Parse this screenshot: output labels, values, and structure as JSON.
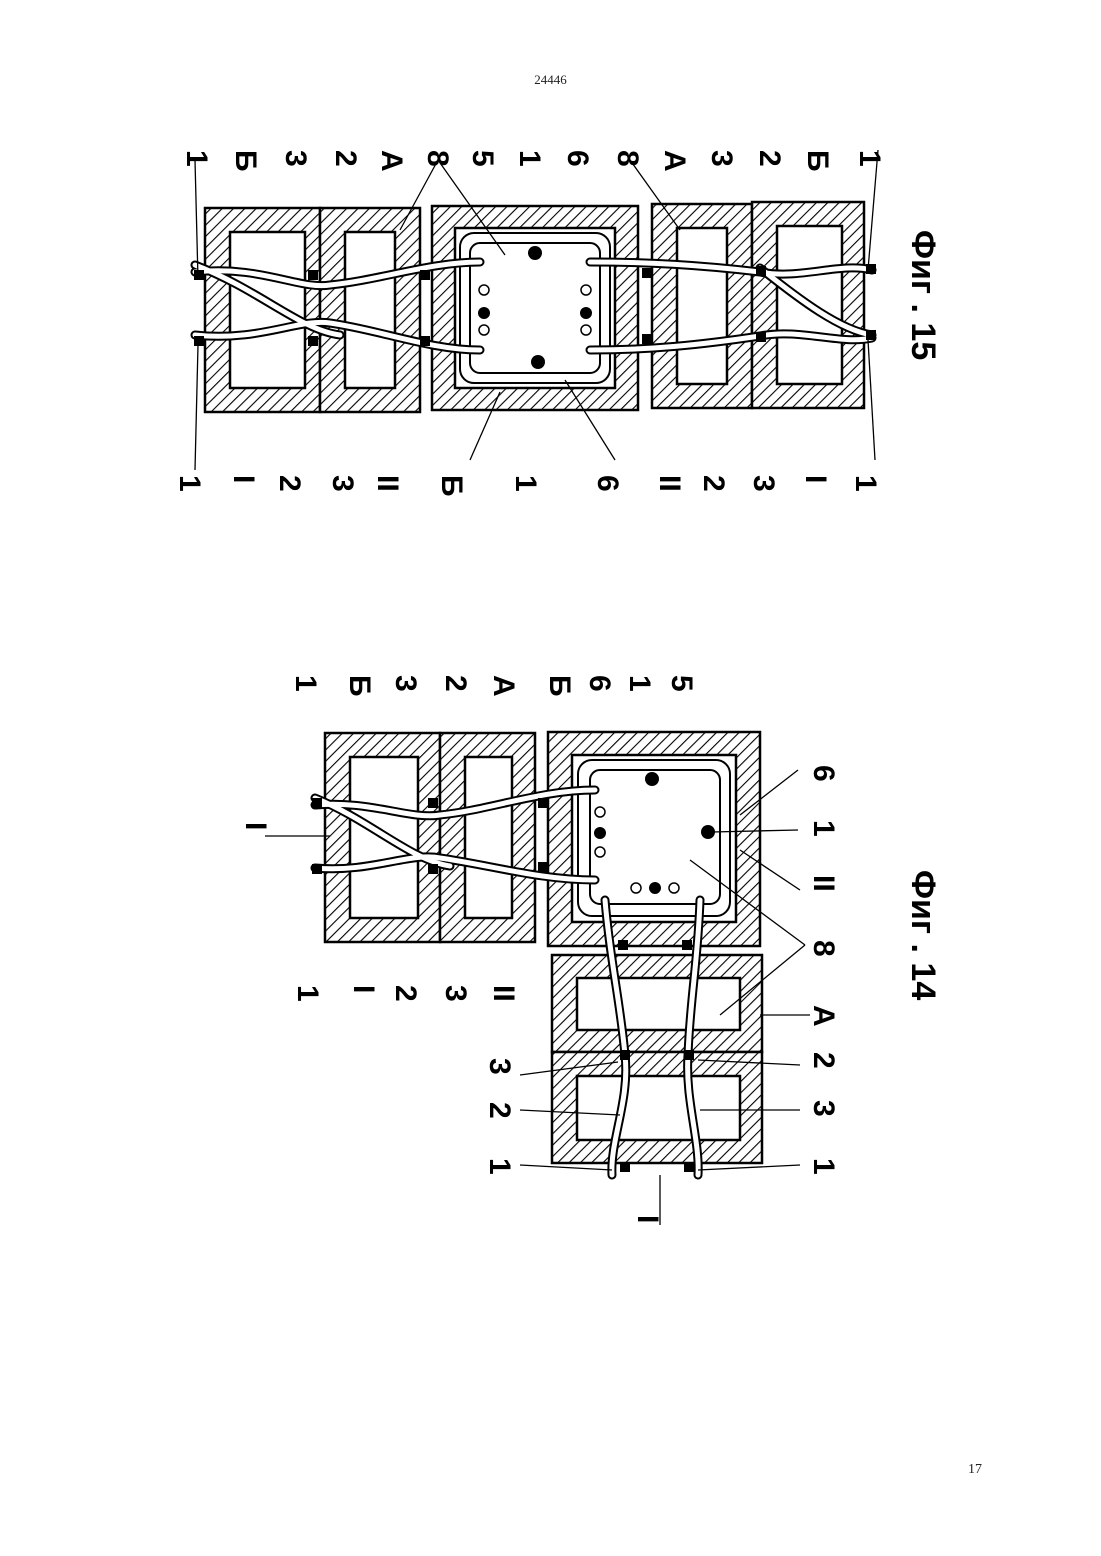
{
  "header": {
    "doc_number": "24446"
  },
  "footer": {
    "page_number": "17"
  },
  "fig15": {
    "caption": "Фиг . 15",
    "labels_top": [
      "1",
      "Б",
      "3",
      "2",
      "А",
      "8",
      "5",
      "1",
      "6",
      "8",
      "А",
      "3",
      "2",
      "Б",
      "1"
    ],
    "labels_bottom": [
      "1",
      "I",
      "2",
      "3",
      "II",
      "Б",
      "1",
      "6",
      "II",
      "2",
      "3",
      "I",
      "1"
    ]
  },
  "fig14": {
    "caption": "Фиг . 14",
    "labels_top": [
      "1",
      "Б",
      "3",
      "2",
      "А",
      "Б",
      "6",
      "1",
      "5"
    ],
    "labels_bottom": [
      "1",
      "I",
      "2",
      "3",
      "II"
    ],
    "labels_left_block": [
      "3",
      "2",
      "1",
      "I"
    ],
    "labels_right": [
      "6",
      "1",
      "II",
      "8",
      "А",
      "2",
      "3",
      "1"
    ],
    "label_left_I": "I"
  }
}
